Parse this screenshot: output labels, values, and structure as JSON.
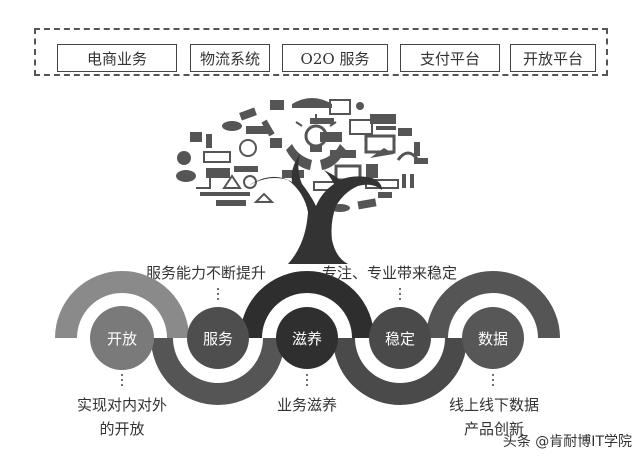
{
  "top_modules": {
    "items": [
      {
        "label": "电商业务"
      },
      {
        "label": "物流系统"
      },
      {
        "label": "O2O 服务"
      },
      {
        "label": "支付平台"
      },
      {
        "label": "开放平台"
      }
    ]
  },
  "tree": {
    "icon": "tree-of-icons-with-lightbulb-in-hands"
  },
  "captions": {
    "upper_left": "服务能力不断提升",
    "upper_right": "专注、专业带来稳定"
  },
  "nodes": [
    {
      "label": "开放",
      "color": "#7a7a7a"
    },
    {
      "label": "服务",
      "color": "#4e4e4e"
    },
    {
      "label": "滋养",
      "color": "#2f2f2f"
    },
    {
      "label": "稳定",
      "color": "#4a4a4a"
    },
    {
      "label": "数据",
      "color": "#575757"
    }
  ],
  "bottom_notes": {
    "open": [
      "实现对内对外",
      "的开放"
    ],
    "nourish": [
      "业务滋养"
    ],
    "data": [
      "线上线下数据",
      "产品创新"
    ]
  },
  "watermark": "头条 @肯耐博IT学院",
  "colors": {
    "arc_light": "#8a8a8a",
    "arc_mid": "#555555",
    "arc_dark": "#2e2e2e",
    "border": "#444444"
  }
}
